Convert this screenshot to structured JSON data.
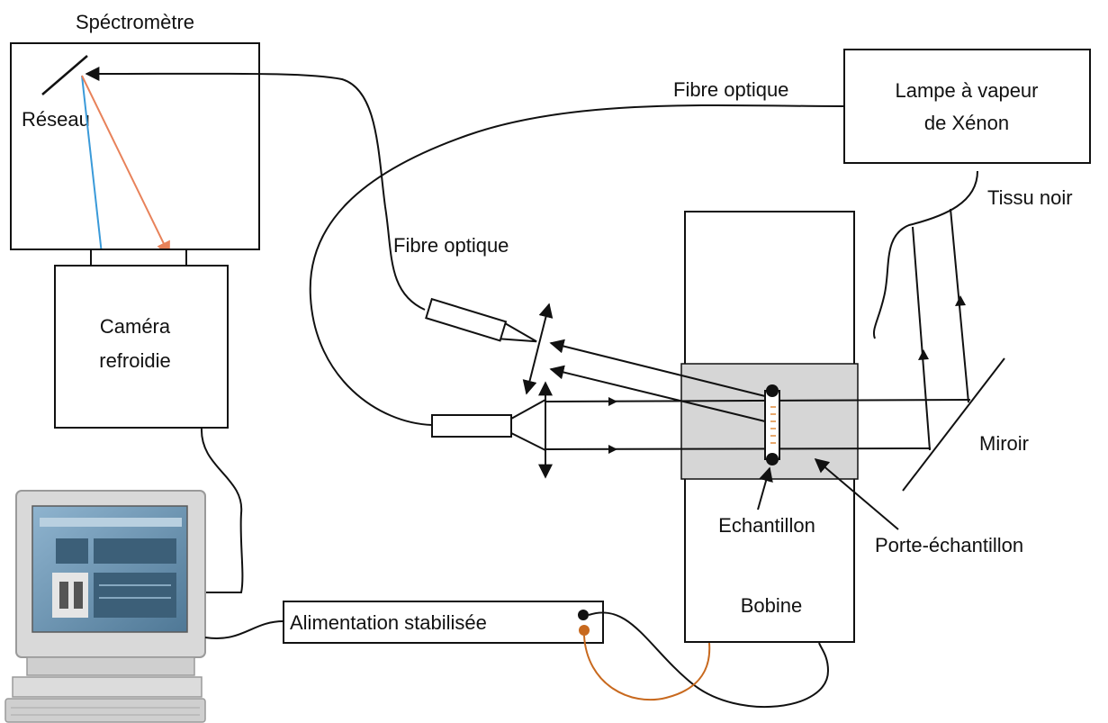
{
  "labels": {
    "spectrometer": "Spéctromètre",
    "grating": "Réseau",
    "camera_line1": "Caméra",
    "camera_line2": "refroidie",
    "fiber_top": "Fibre optique",
    "fiber_mid": "Fibre optique",
    "lamp_line1": "Lampe à vapeur",
    "lamp_line2": "de Xénon",
    "black_cloth": "Tissu noir",
    "mirror": "Miroir",
    "sample": "Echantillon",
    "sample_holder": "Porte-échantillon",
    "coil": "Bobine",
    "power_supply": "Alimentation stabilisée"
  },
  "colors": {
    "line": "#111111",
    "blue_ray": "#3a9ad9",
    "orange_ray": "#e8825a",
    "orange_wire": "#c8691e",
    "holder_fill": "#d6d6d6",
    "sample_marks": "#e08a3a"
  },
  "icons": {
    "computer": "computer-monitor-icon"
  }
}
